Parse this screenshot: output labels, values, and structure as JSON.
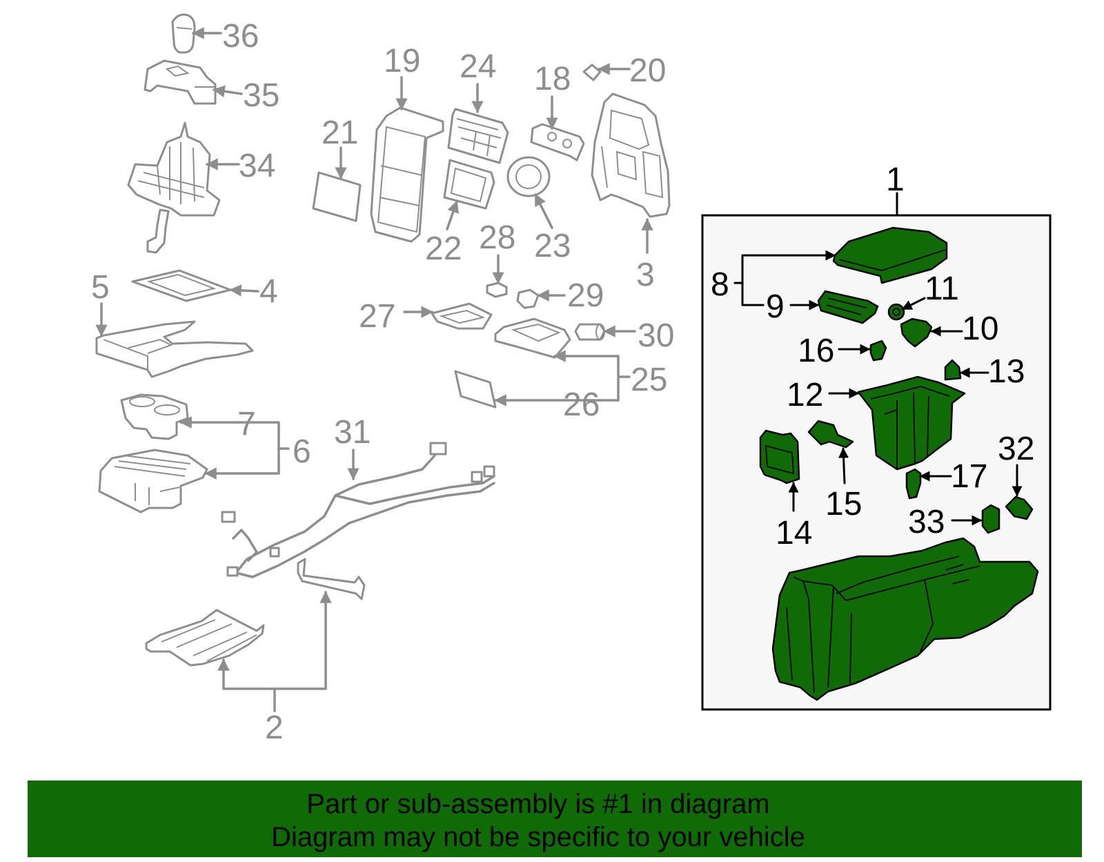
{
  "callouts": {
    "n1": "1",
    "n2": "2",
    "n3": "3",
    "n4": "4",
    "n5": "5",
    "n6": "6",
    "n7": "7",
    "n8": "8",
    "n9": "9",
    "n10": "10",
    "n11": "11",
    "n12": "12",
    "n13": "13",
    "n14": "14",
    "n15": "15",
    "n16": "16",
    "n17": "17",
    "n18": "18",
    "n19": "19",
    "n20": "20",
    "n21": "21",
    "n22": "22",
    "n23": "23",
    "n24": "24",
    "n25": "25",
    "n26": "26",
    "n27": "27",
    "n28": "28",
    "n29": "29",
    "n30": "30",
    "n31": "31",
    "n32": "32",
    "n33": "33",
    "n34": "34",
    "n35": "35",
    "n36": "36"
  },
  "footer": {
    "line1": "Part or sub-assembly is #1 in diagram",
    "line2": "Diagram may not be specific to your vehicle"
  },
  "colors": {
    "highlight": "#106b06",
    "part_outline": "#8e8e8e",
    "label_text": "#000000"
  }
}
